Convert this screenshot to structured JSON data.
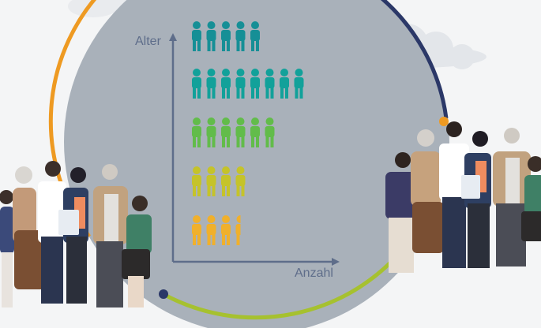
{
  "axes": {
    "y_label": "Alter",
    "x_label": "Anzahl"
  },
  "colors": {
    "background": "#f4f5f6",
    "circle_fill": "#a9b1ba",
    "ring_orange": "#ee9a22",
    "ring_navy": "#2b3868",
    "ring_green": "#a6c12f",
    "axis_line": "#5e6d8a"
  },
  "pictogram_rows": [
    {
      "icons": 5,
      "color": "#168f96"
    },
    {
      "icons": 8,
      "color": "#12a19a"
    },
    {
      "icons": 6,
      "color": "#62bc4a"
    },
    {
      "icons": 4,
      "color": "#c5c32a"
    },
    {
      "icons": 3.5,
      "color": "#f0b02c"
    }
  ],
  "icons": [
    "person-icon",
    "cloud-icon"
  ]
}
